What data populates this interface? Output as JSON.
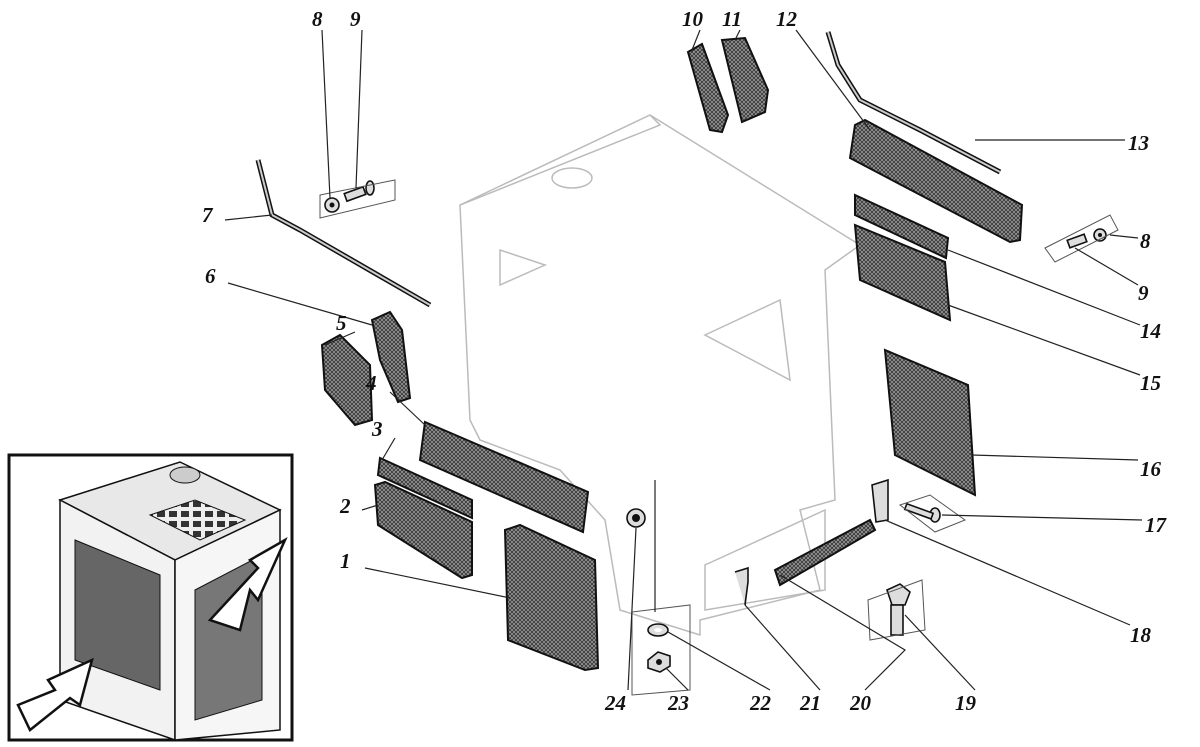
{
  "diagram": {
    "title": "Cab sound insulation panels exploded view",
    "labels": [
      {
        "id": "l1",
        "text": "1"
      },
      {
        "id": "l2",
        "text": "2"
      },
      {
        "id": "l3",
        "text": "3"
      },
      {
        "id": "l4",
        "text": "4"
      },
      {
        "id": "l5",
        "text": "5"
      },
      {
        "id": "l6",
        "text": "6"
      },
      {
        "id": "l7",
        "text": "7"
      },
      {
        "id": "l8a",
        "text": "8"
      },
      {
        "id": "l9a",
        "text": "9"
      },
      {
        "id": "l10",
        "text": "10"
      },
      {
        "id": "l11",
        "text": "11"
      },
      {
        "id": "l12",
        "text": "12"
      },
      {
        "id": "l13",
        "text": "13"
      },
      {
        "id": "l8b",
        "text": "8"
      },
      {
        "id": "l9b",
        "text": "9"
      },
      {
        "id": "l14",
        "text": "14"
      },
      {
        "id": "l15",
        "text": "15"
      },
      {
        "id": "l16",
        "text": "16"
      },
      {
        "id": "l17",
        "text": "17"
      },
      {
        "id": "l18",
        "text": "18"
      },
      {
        "id": "l19",
        "text": "19"
      },
      {
        "id": "l20",
        "text": "20"
      },
      {
        "id": "l21",
        "text": "21"
      },
      {
        "id": "l22",
        "text": "22"
      },
      {
        "id": "l23",
        "text": "23"
      },
      {
        "id": "l24",
        "text": "24"
      }
    ]
  }
}
